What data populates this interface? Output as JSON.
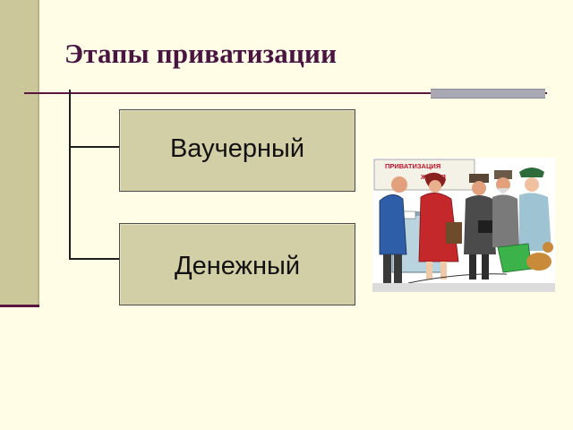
{
  "slide": {
    "title": "Этапы приватизации",
    "stages": [
      {
        "label": "Ваучерный"
      },
      {
        "label": "Денежный"
      }
    ],
    "illustration": {
      "sign_line1": "ПРИВАТИЗАЦИЯ",
      "sign_line2": "ЖИЛЬЯ"
    }
  },
  "colors": {
    "background": "#fffde6",
    "title": "#4a1440",
    "box_fill": "#d2cea6",
    "left_band": "#cbc79b",
    "rule": "#5b1640",
    "rule_accent": "#a9a9b6",
    "sign_text": "#c0122a"
  }
}
